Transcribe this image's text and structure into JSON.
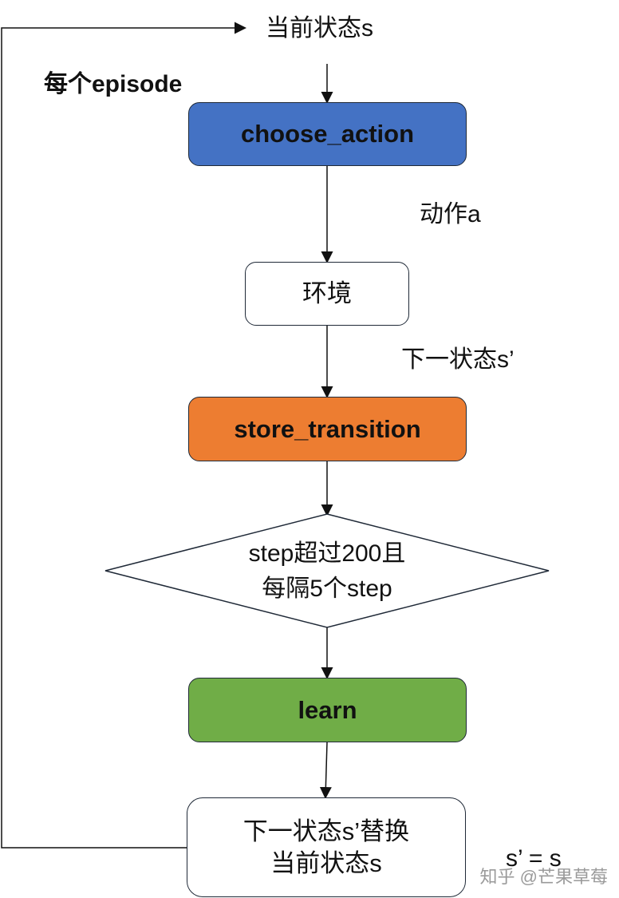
{
  "labels": {
    "top_state": "当前状态s",
    "episode": "每个episode",
    "action_a": "动作a",
    "next_state": "下一状态s’",
    "equation": "s’ = s"
  },
  "nodes": {
    "choose_action": "choose_action",
    "environment": "环境",
    "store_transition": "store_transition",
    "condition_line1": "step超过200且",
    "condition_line2": "每隔5个step",
    "learn": "learn",
    "replace_line1": "下一状态s’替换",
    "replace_line2": "当前状态s"
  },
  "watermark": "知乎 @芒果草莓",
  "colors": {
    "blue": "#4472c4",
    "orange": "#ed7d31",
    "green": "#70ad47"
  }
}
